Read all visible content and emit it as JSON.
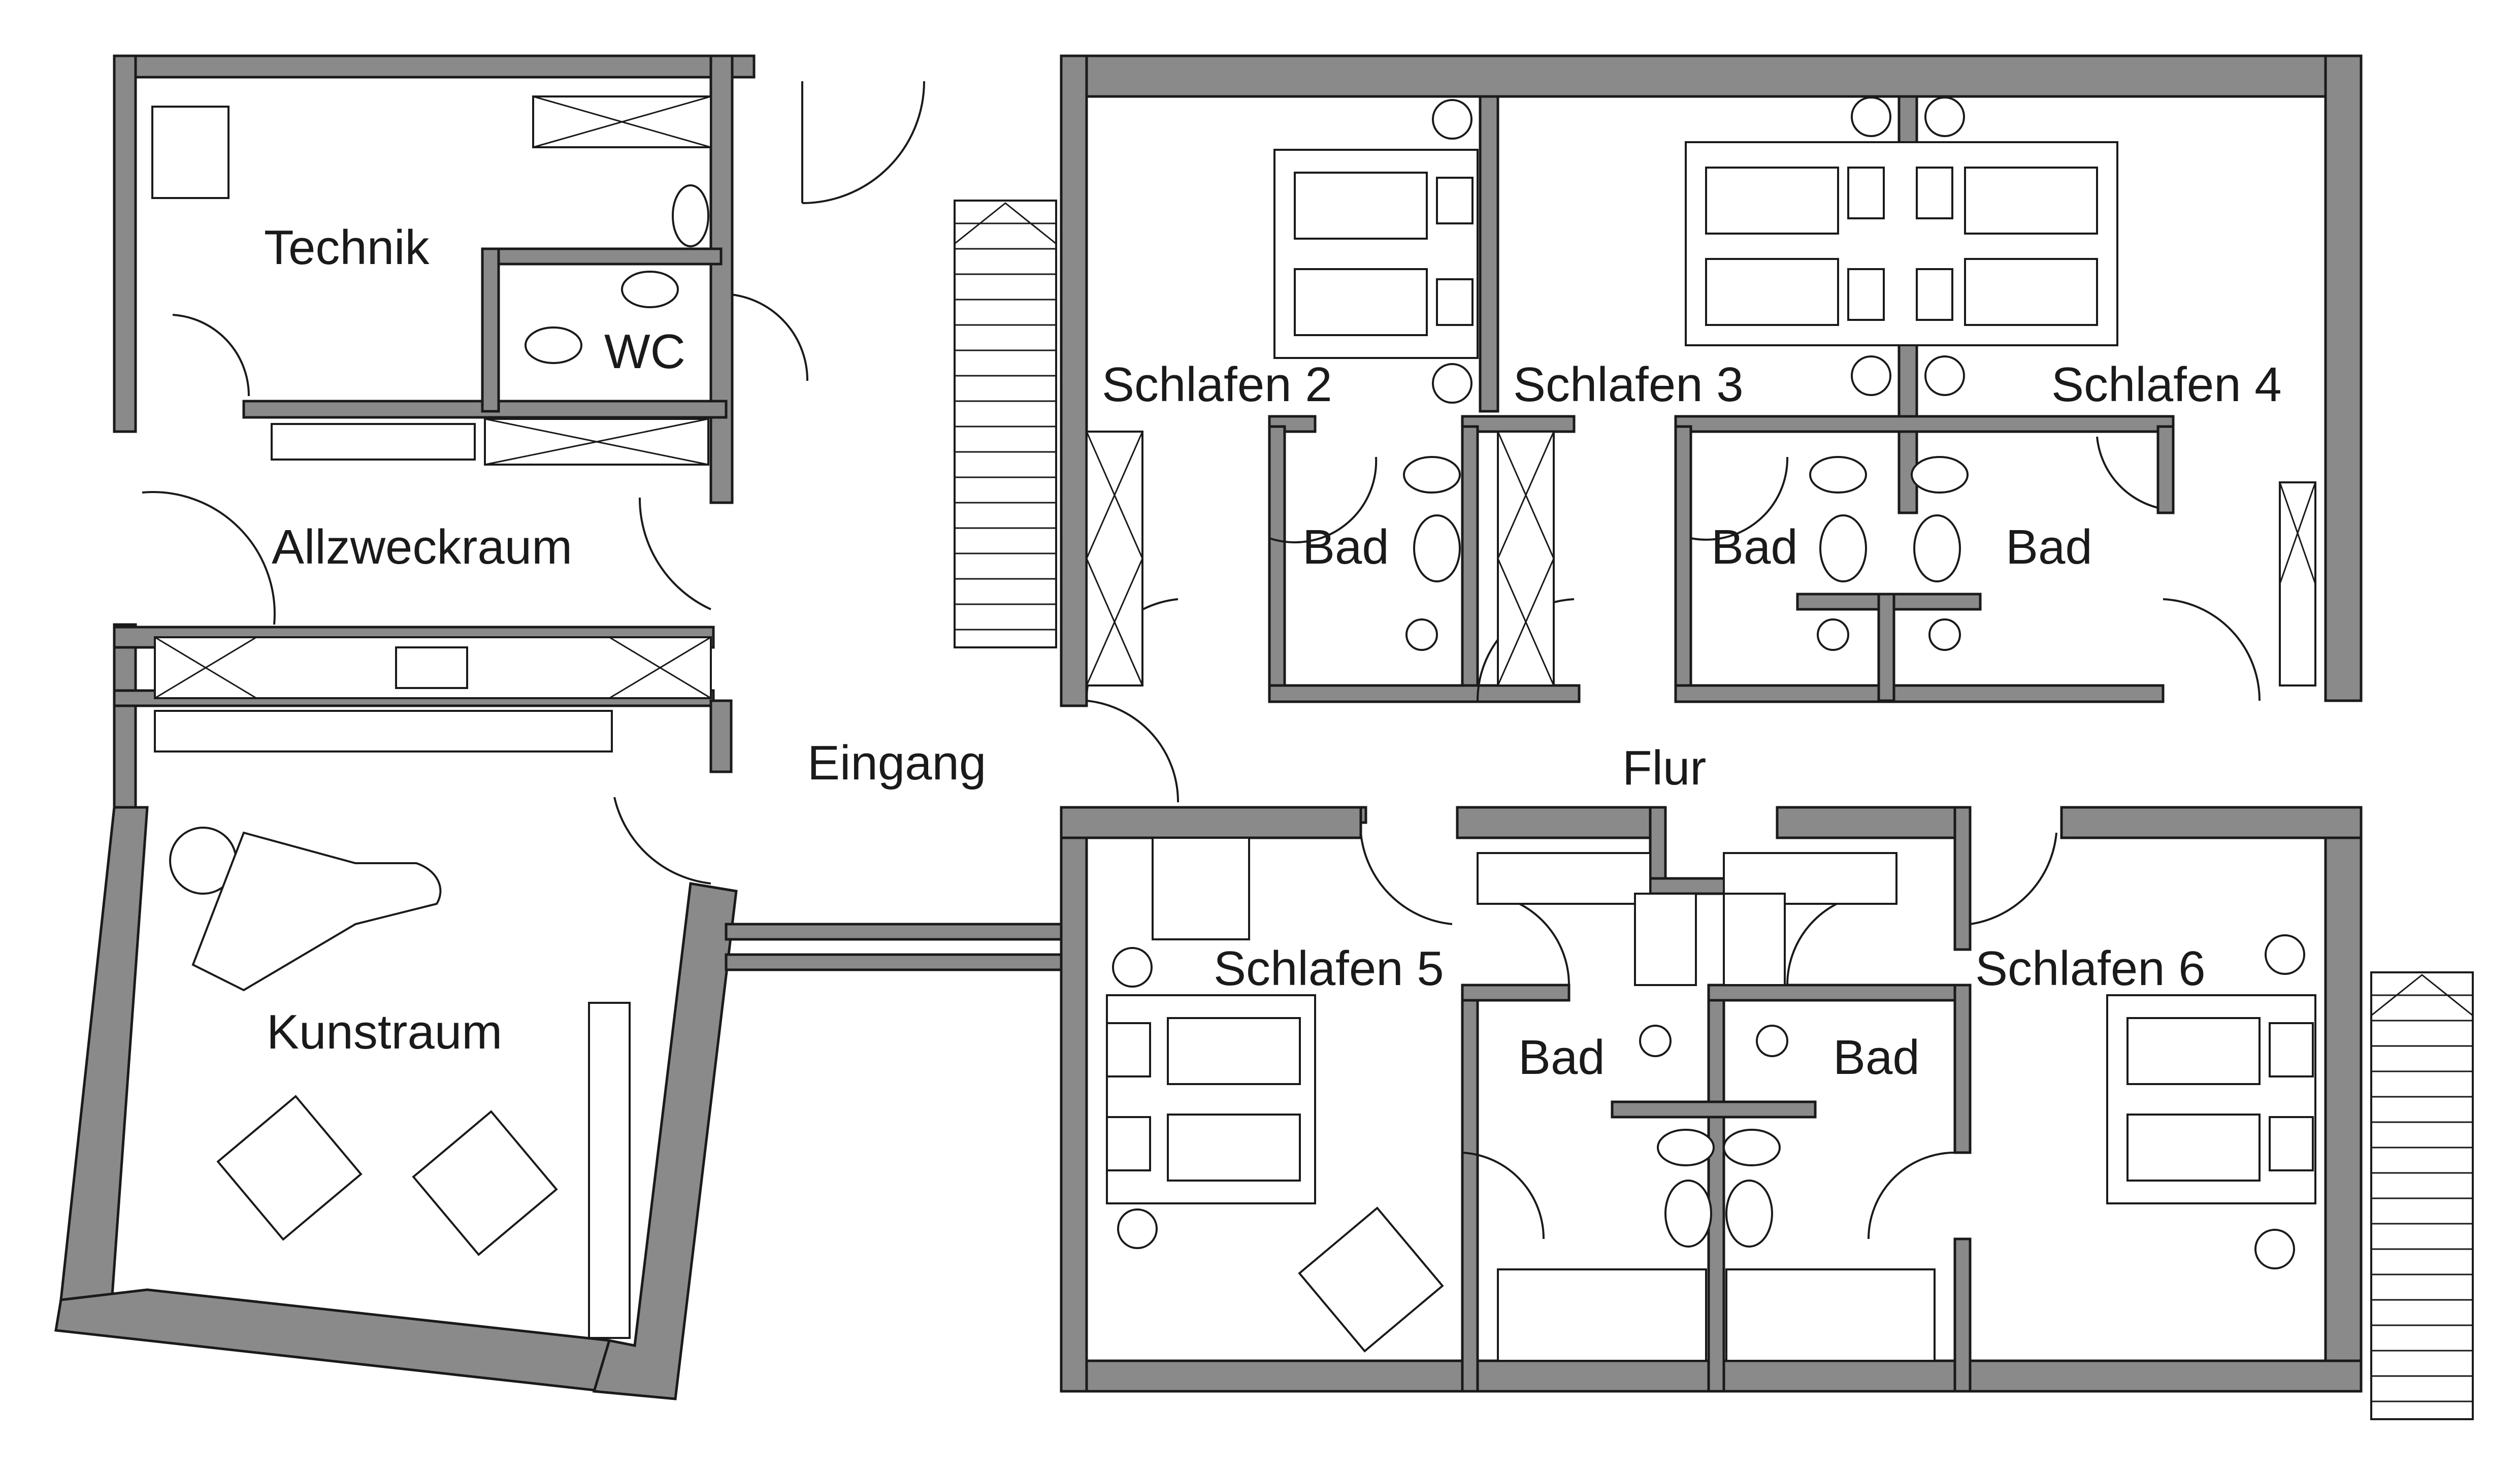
{
  "rooms": {
    "technik": "Technik",
    "wc": "WC",
    "allzweckraum": "Allzweckraum",
    "kunstraum": "Kunstraum",
    "eingang": "Eingang",
    "flur": "Flur",
    "schlafen2": "Schlafen 2",
    "schlafen3": "Schlafen 3",
    "schlafen4": "Schlafen 4",
    "schlafen5": "Schlafen 5",
    "schlafen6": "Schlafen 6",
    "bad_a": "Bad",
    "bad_b": "Bad",
    "bad_c": "Bad",
    "bad_d": "Bad",
    "bad_e": "Bad"
  },
  "colors": {
    "wall": "#8a8a8a",
    "line": "#1a1a1a",
    "background": "#ffffff"
  }
}
